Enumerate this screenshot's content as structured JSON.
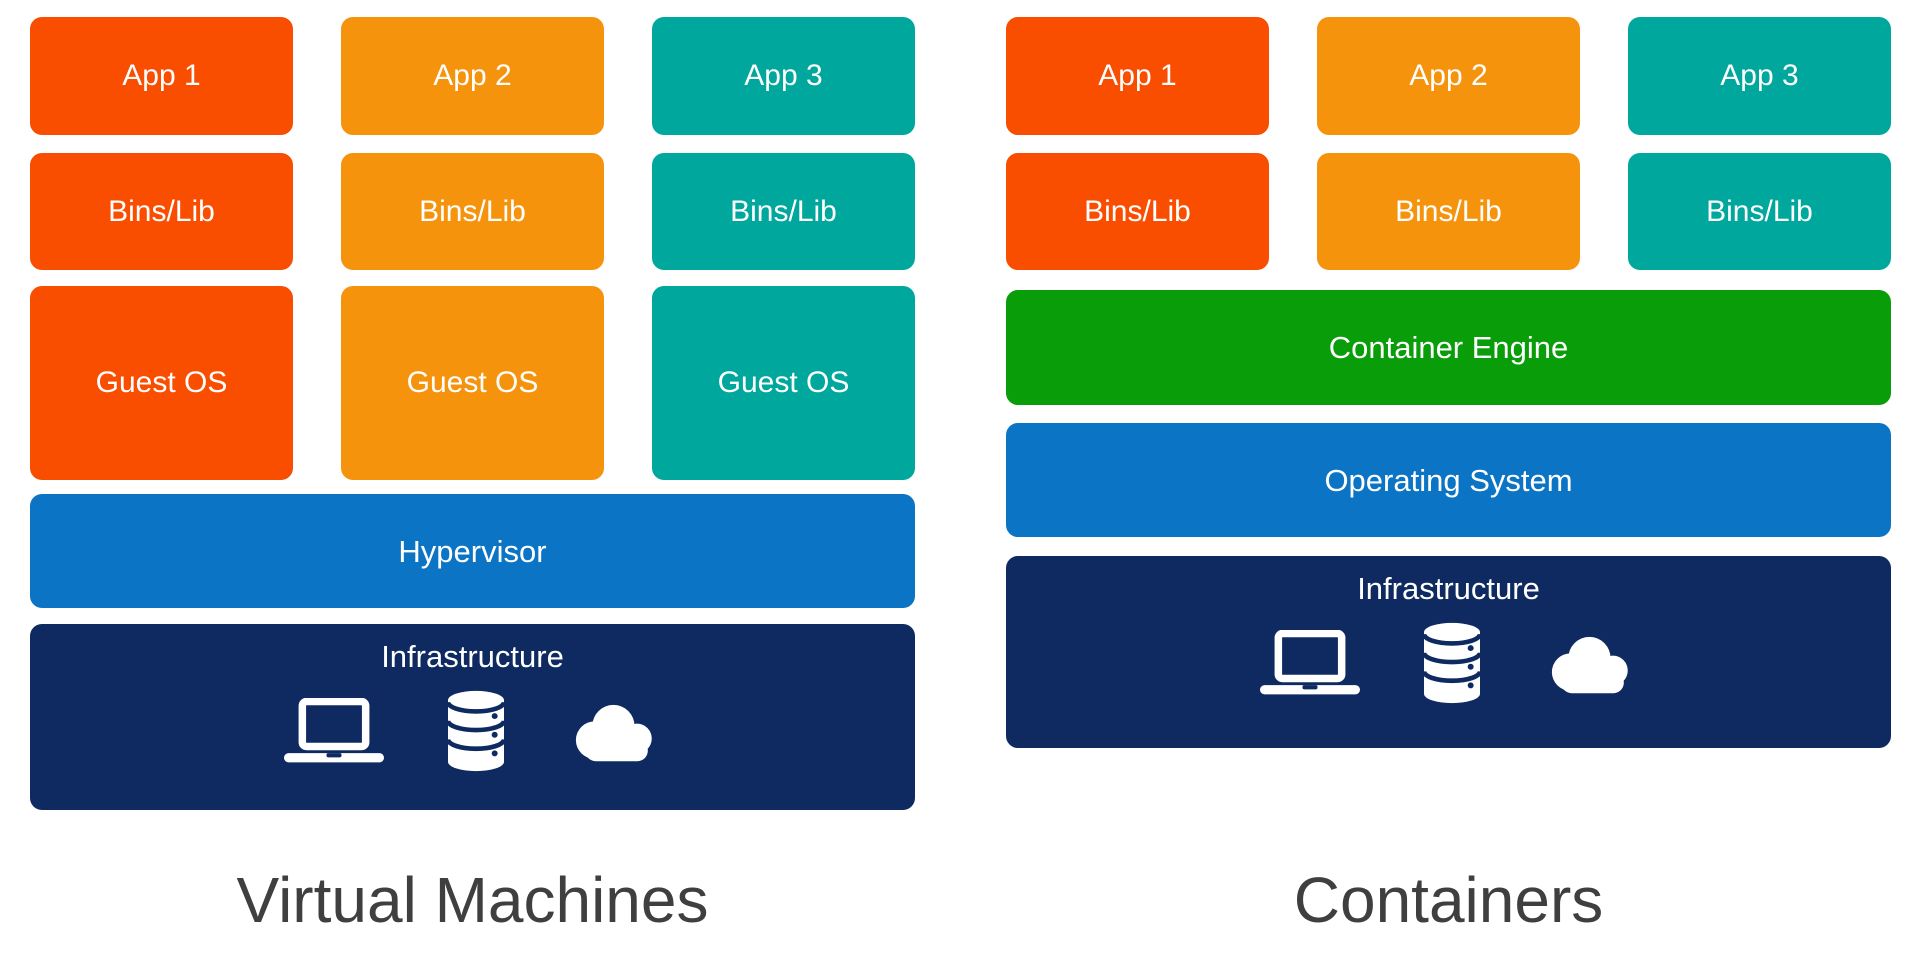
{
  "colors": {
    "app1_orange_red": "#F94D00",
    "app2_orange": "#F6930D",
    "app3_teal": "#00A79D",
    "blue": "#0B74C4",
    "green": "#0A9D0A",
    "navy": "#0E2A60",
    "title_gray": "#3F3F3F",
    "box_text_white": "#FFFFFF"
  },
  "vm": {
    "title": "Virtual Machines",
    "stacks": [
      {
        "app": "App 1",
        "bins": "Bins/Lib",
        "guest": "Guest OS",
        "color": "#F94D00"
      },
      {
        "app": "App 2",
        "bins": "Bins/Lib",
        "guest": "Guest OS",
        "color": "#F6930D"
      },
      {
        "app": "App 3",
        "bins": "Bins/Lib",
        "guest": "Guest OS",
        "color": "#00A79D"
      }
    ],
    "hypervisor": {
      "label": "Hypervisor",
      "color": "#0B74C4"
    },
    "infrastructure": {
      "label": "Infrastructure",
      "color": "#0E2A60",
      "icons": [
        "laptop-icon",
        "database-icon",
        "cloud-icon"
      ]
    }
  },
  "containers": {
    "title": "Containers",
    "stacks": [
      {
        "app": "App 1",
        "bins": "Bins/Lib",
        "color": "#F94D00"
      },
      {
        "app": "App 2",
        "bins": "Bins/Lib",
        "color": "#F6930D"
      },
      {
        "app": "App 3",
        "bins": "Bins/Lib",
        "color": "#00A79D"
      }
    ],
    "engine": {
      "label": "Container Engine",
      "color": "#0A9D0A"
    },
    "os": {
      "label": "Operating System",
      "color": "#0B74C4"
    },
    "infrastructure": {
      "label": "Infrastructure",
      "color": "#0E2A60",
      "icons": [
        "laptop-icon",
        "database-icon",
        "cloud-icon"
      ]
    }
  }
}
